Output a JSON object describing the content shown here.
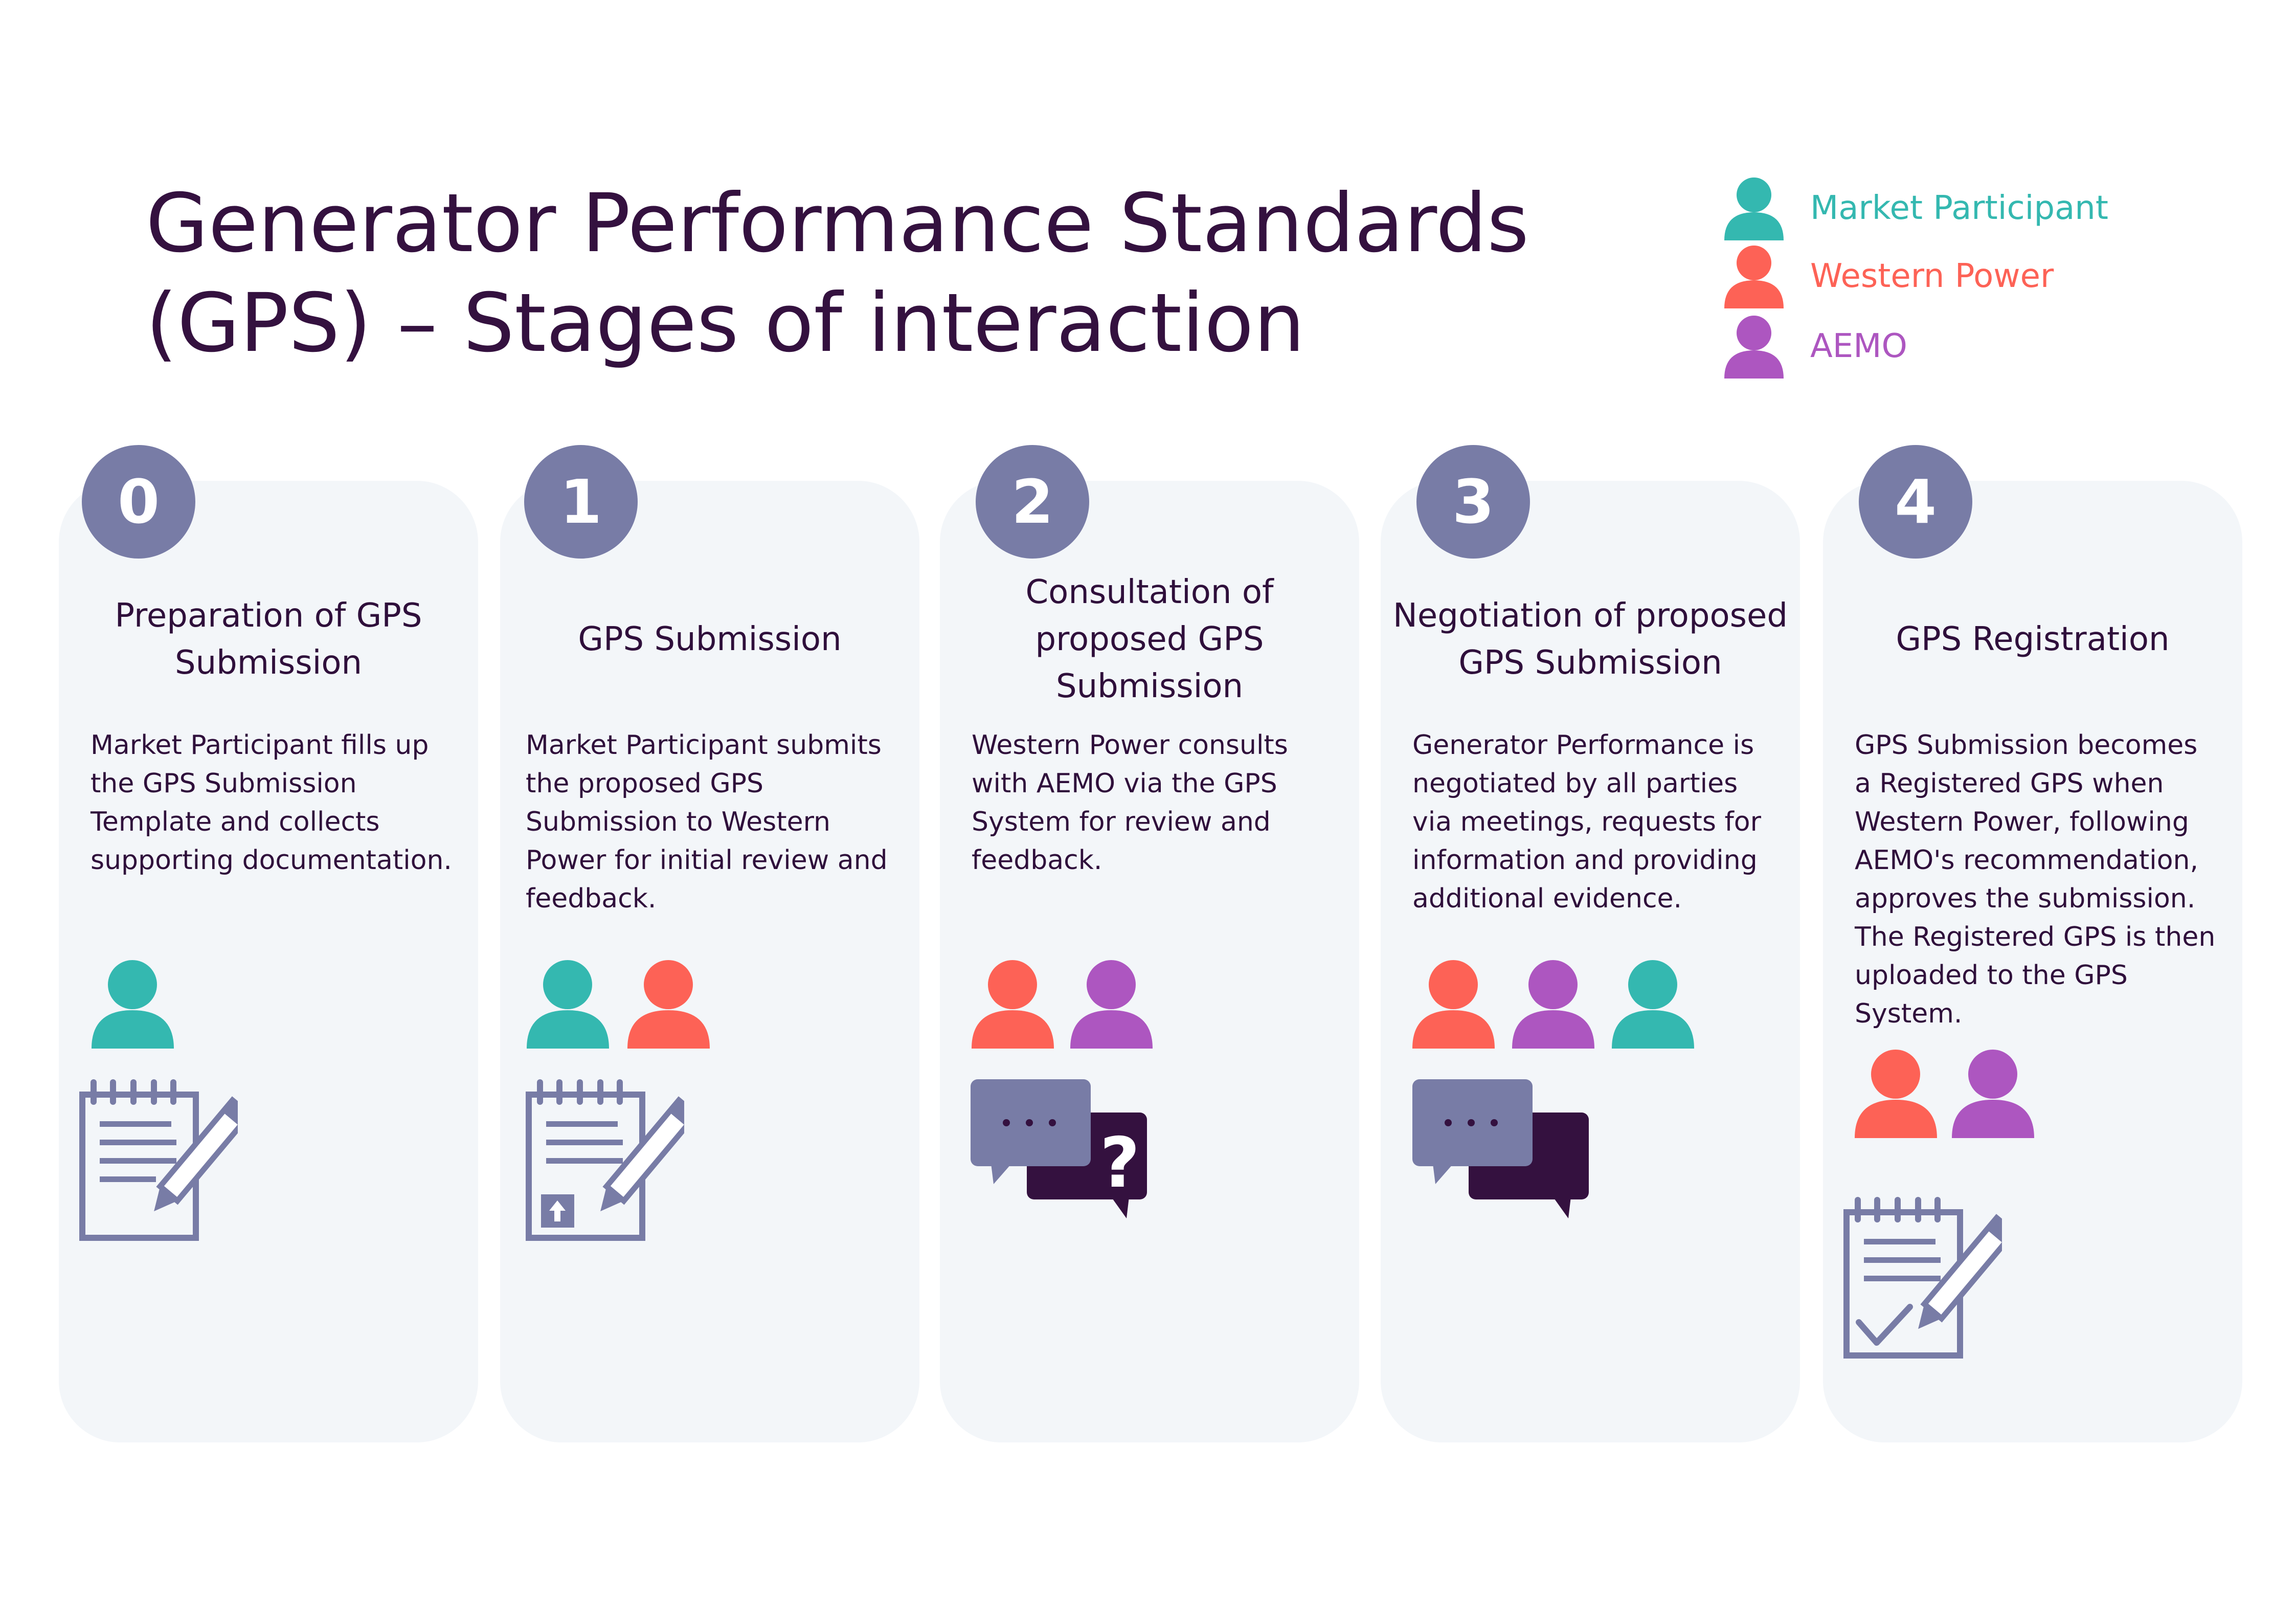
{
  "title_lines": [
    "Generator Performance Standards",
    "(GPS) – Stages of interaction"
  ],
  "legend": [
    {
      "label": "Market Participant",
      "color": "#34b8b0"
    },
    {
      "label": "Western Power",
      "color": "#fd6256"
    },
    {
      "label": "AEMO",
      "color": "#ad56c0"
    }
  ],
  "stages": [
    {
      "number": "0",
      "title": "Preparation of GPS Submission",
      "description": "Market Participant fills up the GPS Submission Template and collects supporting documentation.",
      "participants": [
        "Market Participant"
      ],
      "icon": "notepad-pencil-icon"
    },
    {
      "number": "1",
      "title": "GPS Submission",
      "description": "Market Participant submits the proposed GPS Submission to Western Power for initial review and feedback.",
      "participants": [
        "Market Participant",
        "Western Power"
      ],
      "icon": "notepad-upload-icon"
    },
    {
      "number": "2",
      "title": "Consultation of proposed GPS Submission",
      "description": "Western Power consults with AEMO via the GPS System for review and feedback.",
      "participants": [
        "Western Power",
        "AEMO"
      ],
      "icon": "chat-question-icon"
    },
    {
      "number": "3",
      "title": "Negotiation of proposed GPS Submission",
      "description": "Generator Performance is negotiated by all parties via meetings, requests for information and providing additional evidence.",
      "participants": [
        "Western Power",
        "AEMO",
        "Market Participant"
      ],
      "icon": "chat-bubbles-icon"
    },
    {
      "number": "4",
      "title": "GPS Registration",
      "description": "GPS Submission becomes a Registered GPS when Western Power, following AEMO's recommendation, approves the submission. The Registered GPS is then uploaded to the GPS System.",
      "participants": [
        "Western Power",
        "AEMO"
      ],
      "icon": "notepad-check-icon"
    }
  ],
  "colors": {
    "badge": "#787ca6",
    "card": "#f3f6f9",
    "icon_gray": "#787ca6",
    "icon_dark": "#34113f",
    "text": "#2f0f3b"
  }
}
